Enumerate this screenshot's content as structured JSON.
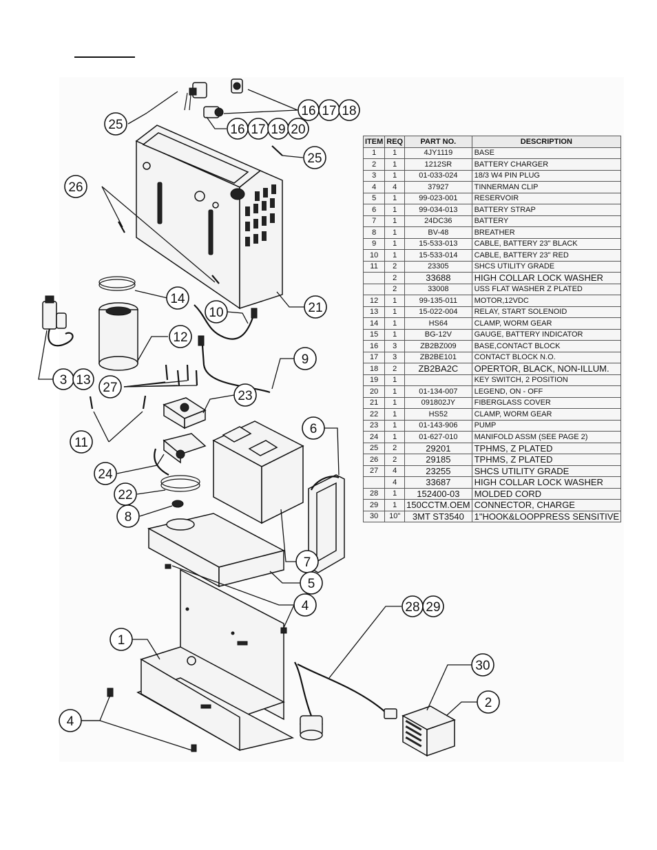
{
  "bom": {
    "headers": [
      "ITEM",
      "REQ",
      "PART NO.",
      "DESCRIPTION"
    ],
    "rows": [
      {
        "item": "1",
        "req": "1",
        "part": "4JY1119",
        "desc": "BASE"
      },
      {
        "item": "2",
        "req": "1",
        "part": "1212SR",
        "desc": "BATTERY CHARGER"
      },
      {
        "item": "3",
        "req": "1",
        "part": "01-033-024",
        "desc": "18/3 W4 PIN PLUG"
      },
      {
        "item": "4",
        "req": "4",
        "part": "37927",
        "desc": "TINNERMAN CLIP"
      },
      {
        "item": "5",
        "req": "1",
        "part": "99-023-001",
        "desc": "RESERVOIR"
      },
      {
        "item": "6",
        "req": "1",
        "part": "99-034-013",
        "desc": "BATTERY STRAP"
      },
      {
        "item": "7",
        "req": "1",
        "part": "24DC36",
        "desc": "BATTERY"
      },
      {
        "item": "8",
        "req": "1",
        "part": "BV-48",
        "desc": "BREATHER"
      },
      {
        "item": "9",
        "req": "1",
        "part": "15-533-013",
        "desc": "CABLE, BATTERY 23\" BLACK"
      },
      {
        "item": "10",
        "req": "1",
        "part": "15-533-014",
        "desc": "CABLE, BATTERY 23\" RED"
      },
      {
        "item": "11",
        "req": "2",
        "part": "23305",
        "desc": "SHCS UTILITY GRADE"
      },
      {
        "item": "",
        "req": "2",
        "part": "33688",
        "desc": "HIGH COLLAR LOCK WASHER",
        "big": true
      },
      {
        "item": "",
        "req": "2",
        "part": "33008",
        "desc": "USS FLAT WASHER Z PLATED"
      },
      {
        "item": "12",
        "req": "1",
        "part": "99-135-011",
        "desc": "MOTOR,12VDC"
      },
      {
        "item": "13",
        "req": "1",
        "part": "15-022-004",
        "desc": "RELAY, START SOLENOID"
      },
      {
        "item": "14",
        "req": "1",
        "part": "HS64",
        "desc": "CLAMP, WORM GEAR"
      },
      {
        "item": "15",
        "req": "1",
        "part": "BG-12V",
        "desc": "GAUGE, BATTERY INDICATOR"
      },
      {
        "item": "16",
        "req": "3",
        "part": "ZB2BZ009",
        "desc": "BASE,CONTACT BLOCK"
      },
      {
        "item": "17",
        "req": "3",
        "part": "ZB2BE101",
        "desc": "CONTACT BLOCK N.O."
      },
      {
        "item": "18",
        "req": "2",
        "part": "ZB2BA2C",
        "desc": "OPERTOR, BLACK, NON-ILLUM.",
        "big": true
      },
      {
        "item": "19",
        "req": "1",
        "part": "",
        "desc": "KEY SWITCH, 2 POSITION"
      },
      {
        "item": "20",
        "req": "1",
        "part": "01-134-007",
        "desc": "LEGEND, ON - OFF"
      },
      {
        "item": "21",
        "req": "1",
        "part": "091802JY",
        "desc": "FIBERGLASS COVER"
      },
      {
        "item": "22",
        "req": "1",
        "part": "HS52",
        "desc": "CLAMP, WORM GEAR"
      },
      {
        "item": "23",
        "req": "1",
        "part": "01-143-906",
        "desc": "PUMP"
      },
      {
        "item": "24",
        "req": "1",
        "part": "01-627-010",
        "desc": "MANIFOLD ASSM (SEE PAGE 2)"
      },
      {
        "item": "25",
        "req": "2",
        "part": "29201",
        "desc": "TPHMS, Z PLATED",
        "big": true
      },
      {
        "item": "26",
        "req": "2",
        "part": "29185",
        "desc": "TPHMS, Z PLATED",
        "big": true
      },
      {
        "item": "27",
        "req": "4",
        "part": "23255",
        "desc": "SHCS UTILITY GRADE",
        "big": true
      },
      {
        "item": "",
        "req": "4",
        "part": "33687",
        "desc": "HIGH COLLAR LOCK WASHER",
        "big": true
      },
      {
        "item": "28",
        "req": "1",
        "part": "152400-03",
        "desc": "MOLDED CORD",
        "big": true
      },
      {
        "item": "29",
        "req": "1",
        "part": "150CCTM.OEM",
        "desc": "CONNECTOR, CHARGE",
        "big": true
      },
      {
        "item": "30",
        "req": "10\"",
        "part": "3MT ST3540",
        "desc": "1\"HOOK&LOOPPRESS SENSITIVE",
        "big": true
      }
    ]
  },
  "callouts": {
    "c25a": "25",
    "c16a": "16",
    "c17a": "17",
    "c18": "18",
    "c16b": "16",
    "c17b": "17",
    "c19": "19",
    "c20": "20",
    "c25b": "25",
    "c26": "26",
    "c21": "21",
    "c14": "14",
    "c10": "10",
    "c12": "12",
    "c3": "3",
    "c13": "13",
    "c9": "9",
    "c27": "27",
    "c23": "23",
    "c11": "11",
    "c6": "6",
    "c24": "24",
    "c22": "22",
    "c8": "8",
    "c7": "7",
    "c5": "5",
    "c4a": "4",
    "c28": "28",
    "c29": "29",
    "c1": "1",
    "c30": "30",
    "c2": "2",
    "c4b": "4"
  }
}
